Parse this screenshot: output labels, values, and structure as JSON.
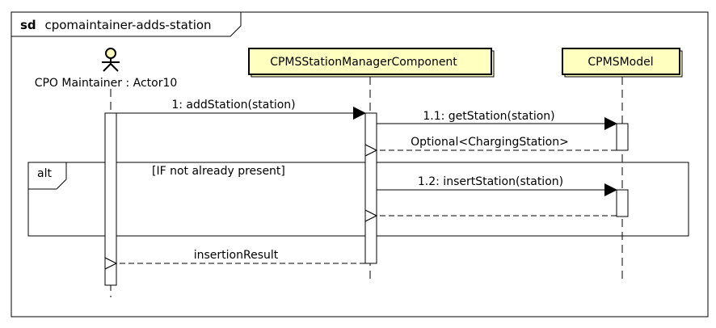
{
  "frame": {
    "keyword": "sd",
    "name": "cpomaintainer-adds-station"
  },
  "actor": {
    "label": "CPO Maintainer : Actor10",
    "color": "#ffffc0"
  },
  "lifelines": {
    "component": {
      "label": "CPMSStationManagerComponent",
      "fill": "#ffffc0"
    },
    "model": {
      "label": "CPMSModel",
      "fill": "#ffffc0"
    }
  },
  "messages": {
    "m1": "1: addStation(station)",
    "m11": "1.1: getStation(station)",
    "r11": "Optional<ChargingStation>",
    "m12": "1.2: insertStation(station)",
    "r1": "insertionResult"
  },
  "alt": {
    "keyword": "alt",
    "guard": "[IF not already present]"
  }
}
